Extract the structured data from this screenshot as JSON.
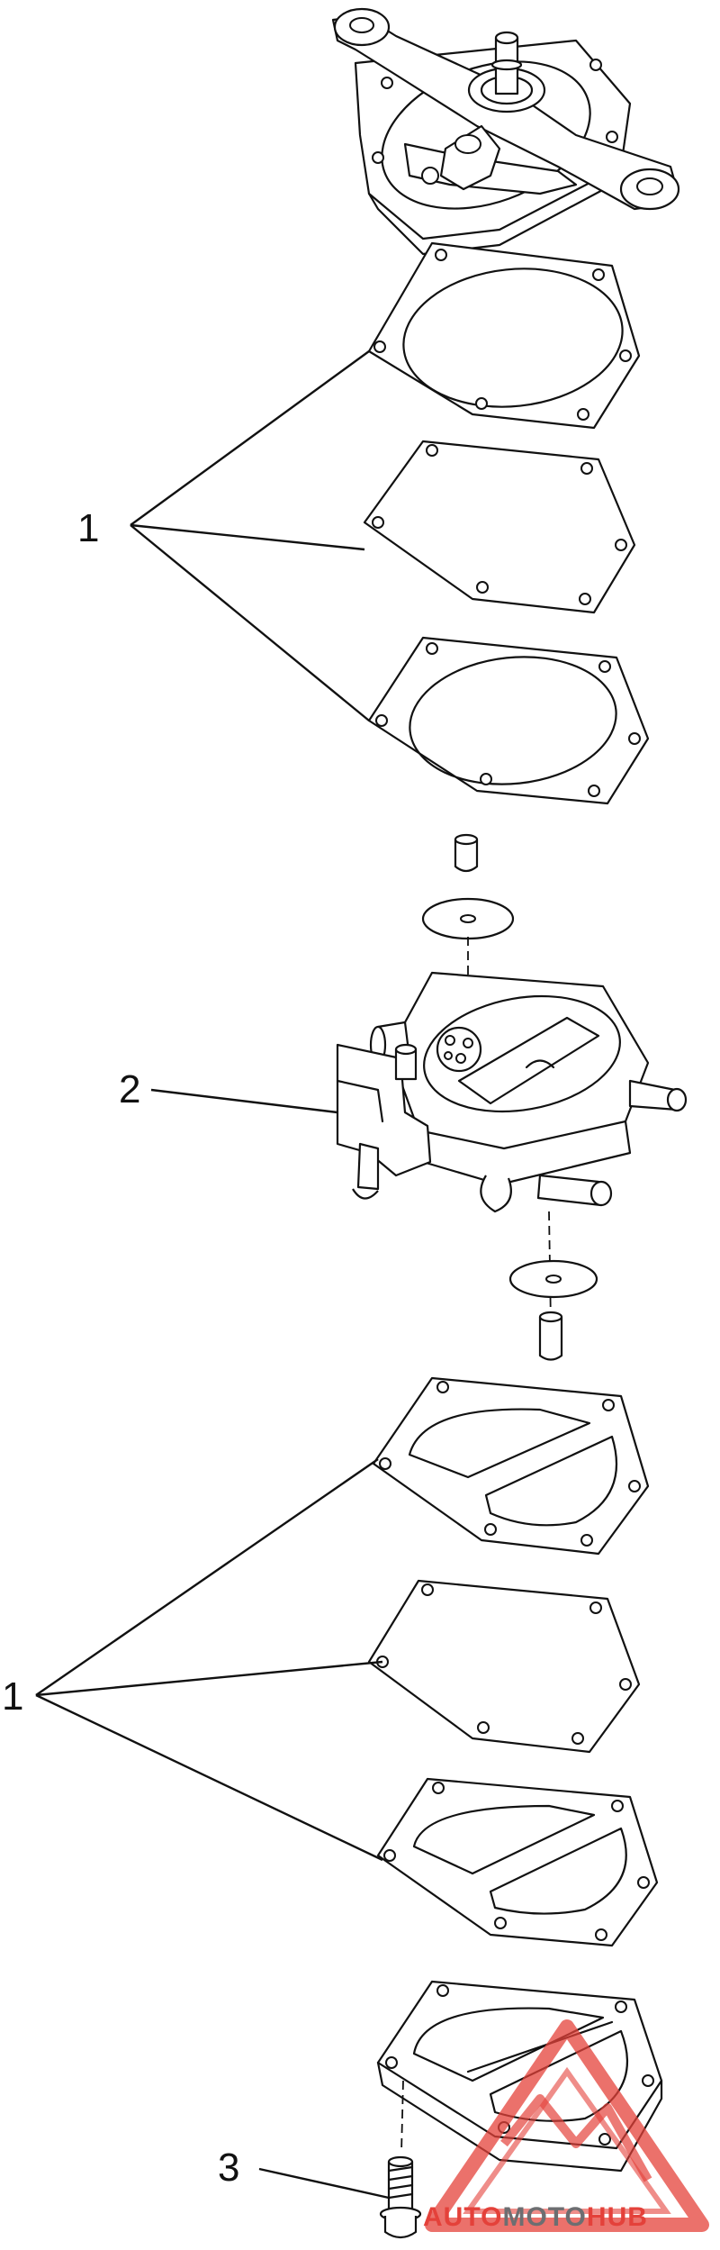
{
  "diagram": {
    "callouts": [
      {
        "id": "callout-1-upper",
        "label": "1"
      },
      {
        "id": "callout-2",
        "label": "2"
      },
      {
        "id": "callout-1-lower",
        "label": "1"
      },
      {
        "id": "callout-3",
        "label": "3"
      }
    ]
  },
  "watermark": {
    "part1": "AUTO",
    "part2": "MOTO",
    "part3": "HUB",
    "colors": {
      "red": "#e4413a",
      "gray": "#6d6e71"
    }
  }
}
